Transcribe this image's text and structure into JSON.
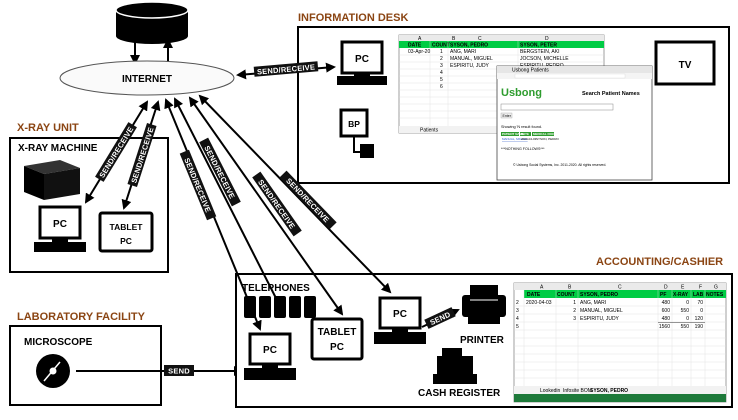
{
  "sections": {
    "information_desk": "INFORMATION DESK",
    "xray_unit": "X-RAY UNIT",
    "laboratory": "LABORATORY FACILITY",
    "accounting": "ACCOUNTING/CASHIER"
  },
  "nodes": {
    "internet": "INTERNET",
    "pc": "PC",
    "tv": "TV",
    "bp": "BP",
    "xray_machine": "X-RAY MACHINE",
    "tablet_pc_line1": "TABLET",
    "tablet_pc_line2": "PC",
    "telephones": "TELEPHONES",
    "microscope": "MICROSCOPE",
    "printer": "PRINTER",
    "cash_register": "CASH REGISTER"
  },
  "links": {
    "send_receive": "SEND/RECEIVE",
    "send": "SEND"
  },
  "info_sheet": {
    "col_letters": [
      "A",
      "B",
      "C",
      "D"
    ],
    "headers": [
      "DATE",
      "COUNT",
      "SYSON, PEDRO",
      "SYSON, PETER"
    ],
    "rows": [
      [
        "03-Apr-20",
        "1",
        "ANG, MARI",
        "BERGSTEIN, AKI"
      ],
      [
        "",
        "2",
        "MANUAL, MIGUEL",
        "JOCSON, MICHELLE"
      ],
      [
        "",
        "3",
        "ESPIRITU, JUDY",
        "ESPIRITU, PEDRO"
      ],
      [
        "",
        "4",
        "",
        ""
      ],
      [
        "",
        "5",
        "",
        ""
      ],
      [
        "",
        "6",
        "",
        ""
      ]
    ],
    "tab": "Patients"
  },
  "usbong_window": {
    "tab_title": "Usbong Patients",
    "logo": "Usbong",
    "heading": "Search Patient Names",
    "button": "Enter",
    "result_text": "Showing 'N result found.",
    "table_headers": [
      "PATIENT NAME",
      "DATE",
      "MEDICAL DOCTOR"
    ],
    "table_row": [
      "MANUAL, MIGUEL",
      "2020-04-03",
      "SYSON, PEDRO"
    ],
    "note": "***NOTHING FOLLOWS***",
    "footer": "© Usbong Social Systems, Inc. 2011-2020. All rights reserved."
  },
  "accounting_sheet": {
    "col_letters": [
      "A",
      "B",
      "C",
      "D",
      "E",
      "F",
      "G"
    ],
    "headers": [
      "DATE",
      "COUNT",
      "SYSON, PEDRO",
      "PF",
      "X-RAY",
      "LAB",
      "NOTES"
    ],
    "rows": [
      [
        "2020-04-03",
        "1",
        "ANG, MARI",
        "480",
        "0",
        "70",
        ""
      ],
      [
        "",
        "2",
        "MANUAL, MIGUEL",
        "600",
        "550",
        "0",
        ""
      ],
      [
        "",
        "3",
        "ESPIRITU, JUDY",
        "480",
        "0",
        "120",
        ""
      ],
      [
        "",
        "",
        "",
        "1560",
        "550",
        "190",
        ""
      ]
    ],
    "tabs": [
      "Lookedin",
      "Infosite BOM",
      "SYSON, PEDRO"
    ]
  },
  "colors": {
    "section_title": "#8B4513",
    "sheet_header": "#00cc44",
    "usbong_green": "#2e9c2e",
    "usbong_orange": "#e8702a"
  }
}
